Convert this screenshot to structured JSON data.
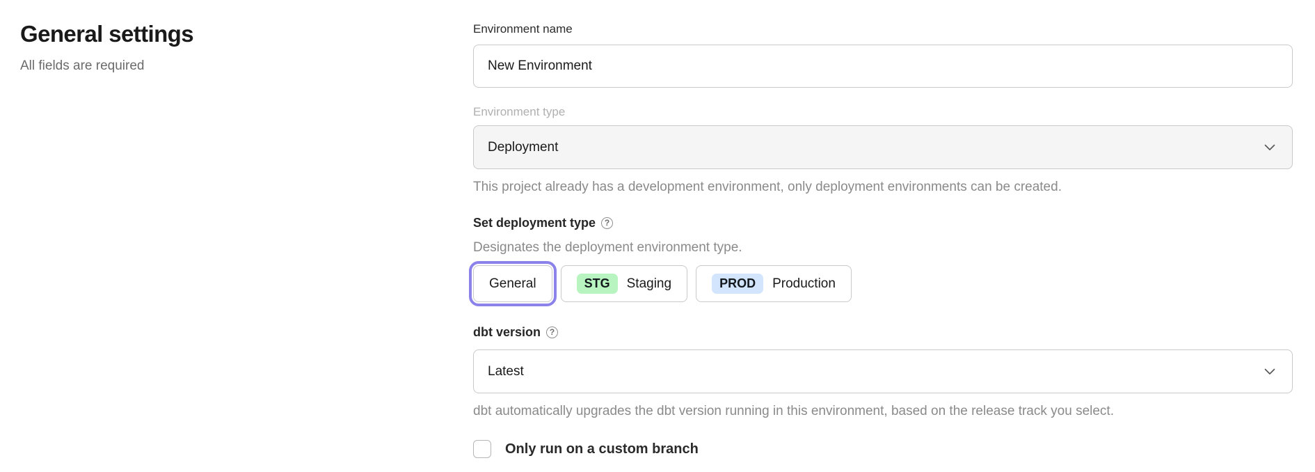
{
  "header": {
    "title": "General settings",
    "subtitle": "All fields are required"
  },
  "form": {
    "environment_name": {
      "label": "Environment name",
      "value": "New Environment"
    },
    "environment_type": {
      "label": "Environment type",
      "value": "Deployment",
      "disabled": true,
      "helper": "This project already has a development environment, only deployment environments can be created."
    },
    "deployment_type": {
      "label": "Set deployment type",
      "help_icon": "question-circle-icon",
      "description": "Designates the deployment environment type.",
      "options": [
        {
          "label": "General",
          "badge": "",
          "selected": true
        },
        {
          "label": "Staging",
          "badge": "STG",
          "selected": false
        },
        {
          "label": "Production",
          "badge": "PROD",
          "selected": false
        }
      ]
    },
    "dbt_version": {
      "label": "dbt version",
      "help_icon": "question-circle-icon",
      "value": "Latest",
      "helper": "dbt automatically upgrades the dbt version running in this environment, based on the release track you select."
    },
    "custom_branch": {
      "label": "Only run on a custom branch",
      "checked": false
    }
  },
  "colors": {
    "accent_purple": "#8b82ea",
    "badge_green": "#b7f4bf",
    "badge_blue": "#d3e5fc",
    "border_gray": "#c9c9c9",
    "disabled_bg": "#f5f5f5",
    "helper_text": "#8a8a8a"
  }
}
